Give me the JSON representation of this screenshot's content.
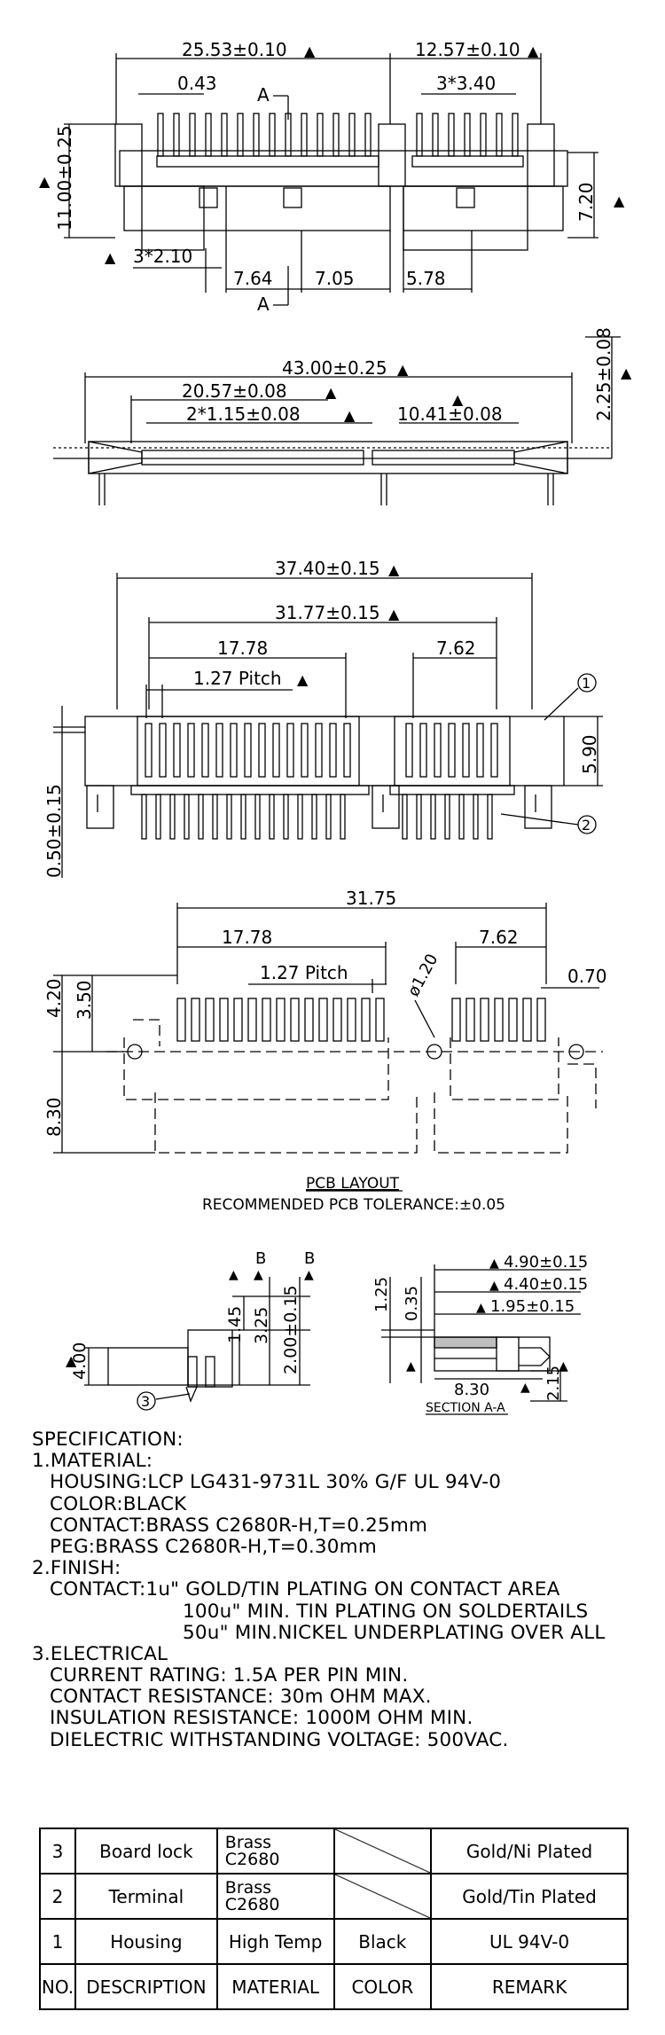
{
  "drawings": {
    "top_view": {
      "dims": [
        "25.53±0.10",
        "12.57±0.10",
        "0.43",
        "3*3.40",
        "A",
        "A",
        "11.00±0.25",
        "7.20",
        "3*2.10",
        "7.64",
        "7.05",
        "5.78"
      ],
      "markers": [
        "▲",
        "▲",
        "▲",
        "▲",
        "▲"
      ]
    },
    "side_view": {
      "dims": [
        "43.00±0.25",
        "20.57±0.08",
        "2*1.15±0.08",
        "10.41±0.08",
        "2.25±0.08"
      ],
      "markers": [
        "▲",
        "▲",
        "▲",
        "▲",
        "▲"
      ]
    },
    "front_view": {
      "dims": [
        "37.40±0.15",
        "31.77±0.15",
        "17.78",
        "7.62",
        "1.27 Pitch",
        "5.90",
        "0.50±0.15"
      ],
      "balloons": [
        "1",
        "2"
      ],
      "markers": [
        "▲",
        "▲",
        "▲"
      ]
    },
    "pcb_layout": {
      "dims": [
        "31.75",
        "17.78",
        "7.62",
        "1.27 Pitch",
        "ø1.20",
        "0.70",
        "4.20",
        "3.50",
        "8.30"
      ],
      "title": "PCB LAYOUT",
      "tolerance": "RECOMMENDED PCB TOLERANCE:±0.05"
    },
    "side_detail": {
      "dims": [
        "4.00",
        "1.45",
        "3.25",
        "2.00±0.15",
        "B",
        "B"
      ],
      "balloons": [
        "3"
      ],
      "markers": [
        "▲",
        "▲",
        "▲",
        "▲"
      ]
    },
    "section_aa": {
      "dims": [
        "4.90±0.15",
        "4.40±0.15",
        "1.95±0.15",
        "1.25",
        "0.35",
        "8.30",
        "2.15"
      ],
      "title": "SECTION A-A",
      "markers": [
        "▲",
        "▲",
        "▲",
        "▲",
        "▲",
        "▲"
      ]
    }
  },
  "specification": {
    "title": "SPECIFICATION:",
    "material_heading": "1.MATERIAL:",
    "housing": "HOUSING:LCP LG431-9731L 30% G/F UL 94V-0",
    "color": "COLOR:BLACK",
    "contact": "CONTACT:BRASS C2680R-H,T=0.25mm",
    "peg": "PEG:BRASS C2680R-H,T=0.30mm",
    "finish_heading": "2.FINISH:",
    "finish_1": "CONTACT:1u\" GOLD/TIN PLATING ON CONTACT AREA",
    "finish_2": "100u\" MIN. TIN PLATING ON SOLDERTAILS",
    "finish_3": "50u\" MIN.NICKEL UNDERPLATING OVER ALL",
    "electrical_heading": "3.ELECTRICAL",
    "current": "CURRENT RATING: 1.5A PER PIN MIN.",
    "contact_res": "CONTACT RESISTANCE: 30m OHM MAX.",
    "insulation": "INSULATION RESISTANCE: 1000M OHM MIN.",
    "dielectric": "DIELECTRIC WITHSTANDING VOLTAGE: 500VAC."
  },
  "bom": {
    "rows": [
      {
        "no": "3",
        "desc": "Board lock",
        "mat1": "Brass",
        "mat2": "C2680",
        "color": "",
        "remark": "Gold/Ni Plated"
      },
      {
        "no": "2",
        "desc": "Terminal",
        "mat1": "Brass",
        "mat2": "C2680",
        "color": "",
        "remark": "Gold/Tin Plated"
      },
      {
        "no": "1",
        "desc": "Housing",
        "mat1": "High Temp",
        "mat2": "",
        "color": "Black",
        "remark": "UL 94V-0"
      }
    ],
    "header": {
      "no": "NO.",
      "desc": "DESCRIPTION",
      "mat": "MATERIAL",
      "color": "COLOR",
      "remark": "REMARK"
    }
  }
}
